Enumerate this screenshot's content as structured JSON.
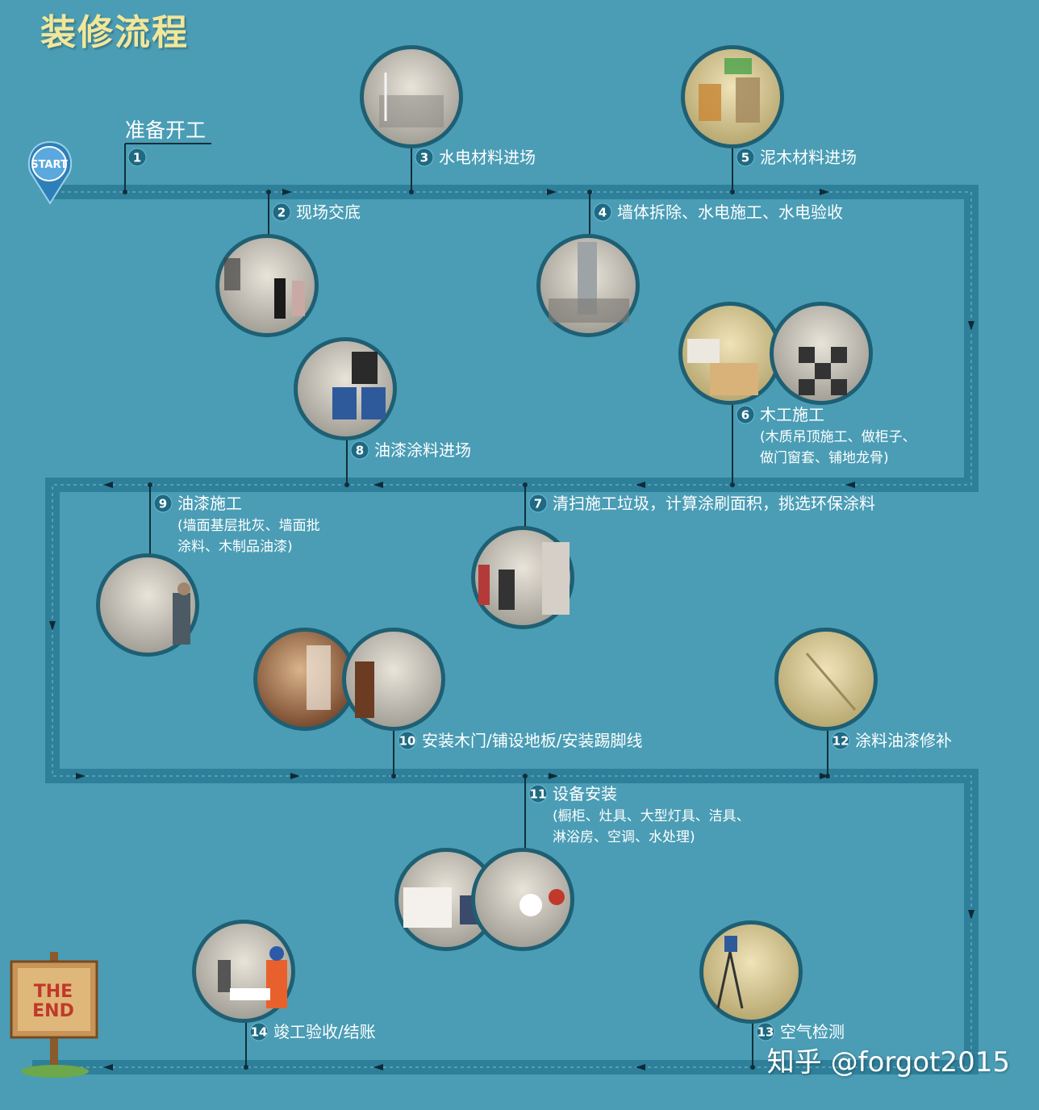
{
  "title": "装修流程",
  "start_label": "START",
  "prep_label": "准备开工",
  "end_label": {
    "line1": "THE",
    "line2": "END"
  },
  "watermark": "知乎 @forgot2015",
  "colors": {
    "background": "#4a9db5",
    "track": "#2e7f99",
    "title": "#f1e79a",
    "arrow": "#0d2b36"
  },
  "steps": [
    {
      "n": "1",
      "label": "",
      "sub": []
    },
    {
      "n": "2",
      "label": "现场交底",
      "sub": []
    },
    {
      "n": "3",
      "label": "水电材料进场",
      "sub": []
    },
    {
      "n": "4",
      "label": "墙体拆除、水电施工、水电验收",
      "sub": []
    },
    {
      "n": "5",
      "label": "泥木材料进场",
      "sub": []
    },
    {
      "n": "6",
      "label": "木工施工",
      "sub": [
        "(木质吊顶施工、做柜子、",
        "做门窗套、铺地龙骨)"
      ]
    },
    {
      "n": "7",
      "label": "清扫施工垃圾，计算涂刷面积，挑选环保涂料",
      "sub": []
    },
    {
      "n": "8",
      "label": "油漆涂料进场",
      "sub": []
    },
    {
      "n": "9",
      "label": "油漆施工",
      "sub": [
        "(墙面基层批灰、墙面批",
        "涂料、木制品油漆)"
      ]
    },
    {
      "n": "10",
      "label": "安装木门/铺设地板/安装踢脚线",
      "sub": []
    },
    {
      "n": "11",
      "label": "设备安装",
      "sub": [
        "(橱柜、灶具、大型灯具、洁具、",
        "淋浴房、空调、水处理)"
      ]
    },
    {
      "n": "12",
      "label": "涂料油漆修补",
      "sub": []
    },
    {
      "n": "13",
      "label": "空气检测",
      "sub": []
    },
    {
      "n": "14",
      "label": "竣工验收/结账",
      "sub": []
    }
  ]
}
